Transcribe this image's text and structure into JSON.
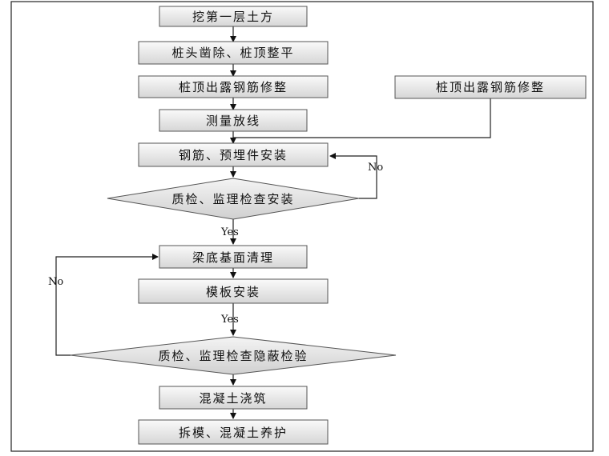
{
  "flowchart": {
    "step1": "挖第一层土方",
    "step2": "桩头凿除、桩顶整平",
    "step3": "桩顶出露钢筋修整",
    "side_step": "桩顶出露钢筋修整",
    "step4": "测量放线",
    "step5": "钢筋、预埋件安装",
    "decision1": "质检、监理检查安装",
    "step6": "梁底基面清理",
    "step7": "模板安装",
    "decision2": "质检、监理检查隐蔽检验",
    "step8": "混凝土浇筑",
    "step9": "拆模、混凝土养护",
    "label_no_1": "No",
    "label_yes_1": "Yes",
    "label_no_2": "No",
    "label_yes_2": "Yes"
  }
}
